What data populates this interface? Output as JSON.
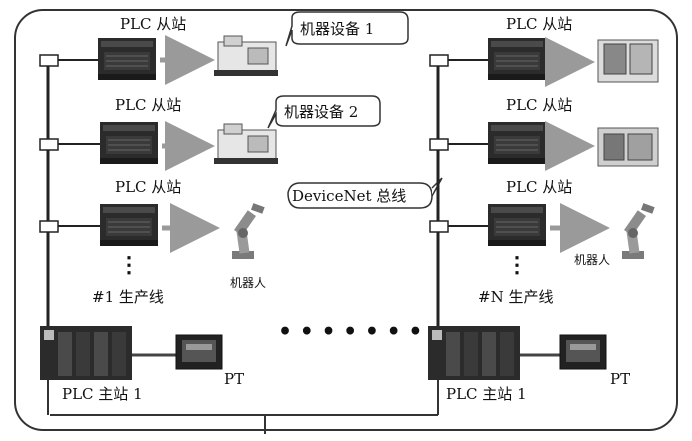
{
  "left_line": {
    "slaves": [
      {
        "label": "PLC 从站",
        "device": "机器设备 1",
        "device_kind": "machine"
      },
      {
        "label": "PLC 从站",
        "device": "机器设备 2",
        "device_kind": "machine"
      },
      {
        "label": "PLC 从站",
        "device": "",
        "device_kind": "robot"
      }
    ],
    "robot_label": "机器人",
    "line_label": "#1 生产线",
    "master_label": "PLC 主站 1",
    "pt_label": "PT"
  },
  "right_line": {
    "slaves": [
      {
        "label": "PLC 从站",
        "device_kind": "machine"
      },
      {
        "label": "PLC 从站",
        "device_kind": "machine"
      },
      {
        "label": "PLC 从站",
        "device_kind": "robot"
      }
    ],
    "robot_label": "机器人",
    "line_label": "#N 生产线",
    "master_label": "PLC 主站 1",
    "pt_label": "PT"
  },
  "bus_label": "DeviceNet 总线",
  "vertical_ellipsis": "⋮",
  "between_lines": "• • • • • • •",
  "colors": {
    "ink": "#222222",
    "plc": "#2a2a2a",
    "arrow": "#9a9a9a",
    "frame": "#333333"
  }
}
